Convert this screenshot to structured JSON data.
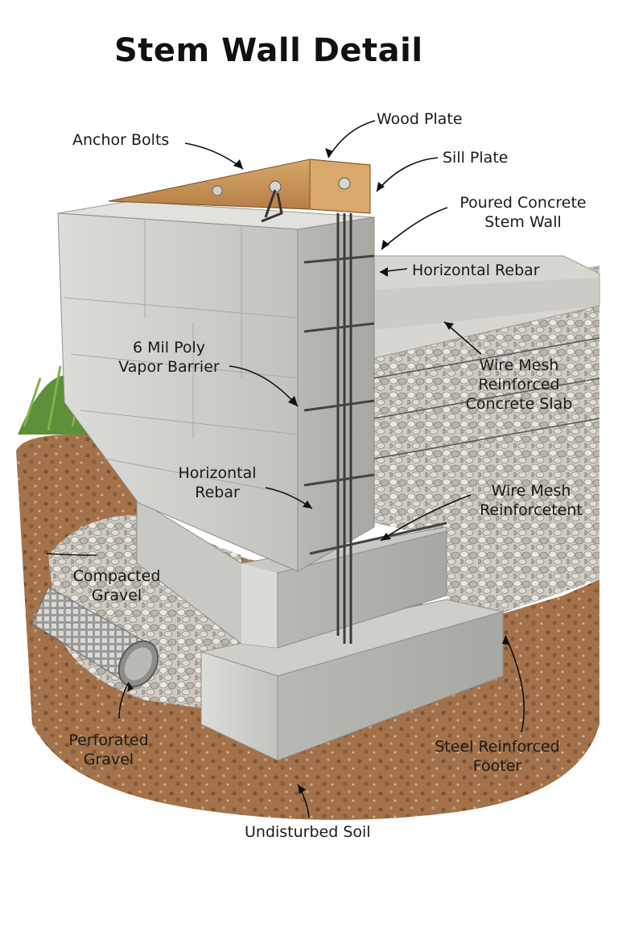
{
  "title": "Stem Wall Detail",
  "labels": {
    "wood_plate": "Wood Plate",
    "anchor_bolts": "Anchor Bolts",
    "sill_plate": "Sill Plate",
    "poured_concrete": [
      "Poured Concrete",
      "Stem Wall"
    ],
    "horizontal_rebar_top": "Horizontal Rebar",
    "vapor_barrier": [
      "6 Mil Poly",
      "Vapor Barrier"
    ],
    "wire_mesh_slab": [
      "Wire Mesh",
      "Reinforced",
      "Concrete Slab"
    ],
    "horizontal_rebar_side": [
      "Horizontal",
      "Rebar"
    ],
    "wire_mesh_reinforcement": [
      "Wire Mesh",
      "Reinforcetent"
    ],
    "compacted_gravel": [
      "Compacted",
      "Gravel"
    ],
    "perforated_gravel": [
      "Perforated",
      "Gravel"
    ],
    "steel_footer": [
      "Steel Reinforced",
      "Footer"
    ],
    "undisturbed_soil": "Undisturbed Soil"
  },
  "colors": {
    "concrete": "#c9c9c4",
    "wood": "#c8955a",
    "soil": "#9a6a44",
    "gravel": "#d9d6cf",
    "grass": "#5f8f3a"
  }
}
